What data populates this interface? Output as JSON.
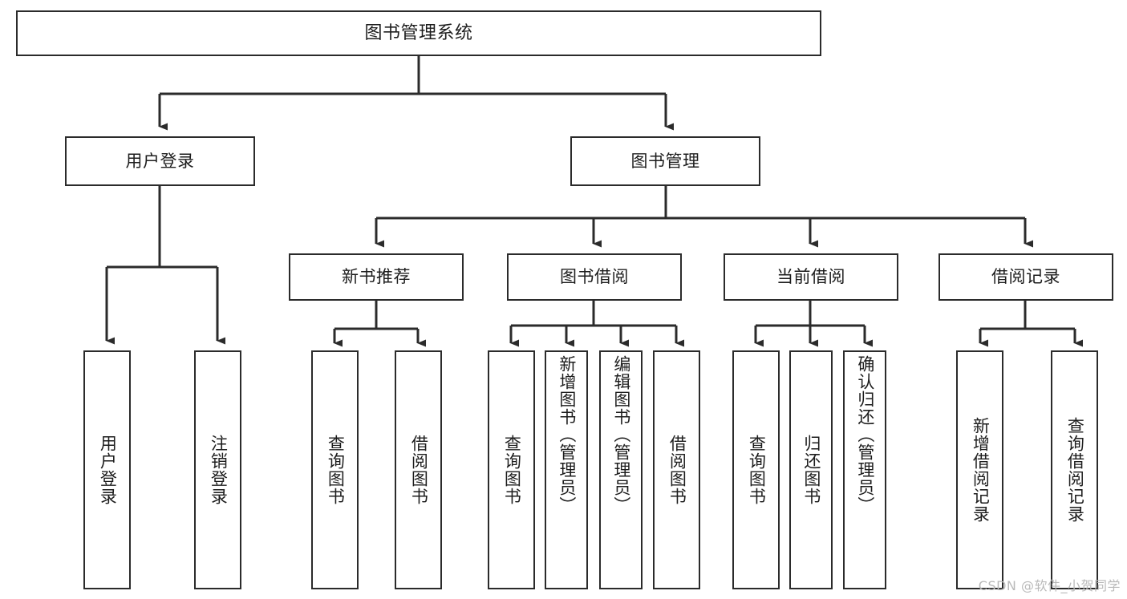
{
  "diagram": {
    "type": "tree",
    "title": "图书管理系统",
    "watermark": "CSDN @软件_小贺同学",
    "colors": {
      "box_border": "#2b2b2b",
      "box_fill": "#ffffff",
      "connector": "#2b2b2b",
      "text": "#1d1d1d",
      "watermark": "#b9b9b9",
      "background": "#ffffff"
    },
    "nodes": {
      "root": {
        "label": "图书管理系统"
      },
      "level2": [
        {
          "label": "用户登录"
        },
        {
          "label": "图书管理"
        }
      ],
      "level3": [
        {
          "label": "新书推荐"
        },
        {
          "label": "图书借阅"
        },
        {
          "label": "当前借阅"
        },
        {
          "label": "借阅记录"
        }
      ],
      "leaves_user_login": [
        {
          "label": "用户登录"
        },
        {
          "label": "注销登录"
        }
      ],
      "leaves_new_book": [
        {
          "label": "查询图书"
        },
        {
          "label": "借阅图书"
        }
      ],
      "leaves_borrow": [
        {
          "label": "查询图书"
        },
        {
          "label": "新增图书（管理员）"
        },
        {
          "label": "编辑图书（管理员）"
        },
        {
          "label": "借阅图书"
        }
      ],
      "leaves_current": [
        {
          "label": "查询图书"
        },
        {
          "label": "归还图书"
        },
        {
          "label": "确认归还（管理员）"
        }
      ],
      "leaves_records": [
        {
          "label": "新增借阅记录"
        },
        {
          "label": "查询借阅记录"
        }
      ]
    }
  }
}
